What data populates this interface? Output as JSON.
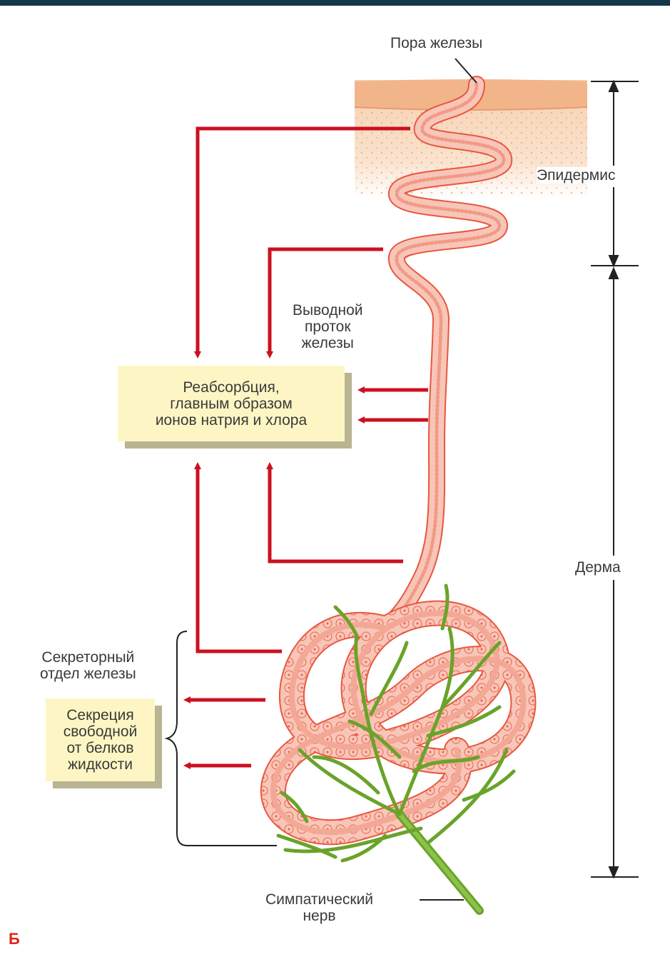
{
  "labels": {
    "pore": "Пора железы",
    "epidermis": "Эпидермис",
    "dermis": "Дерма",
    "duct": [
      "Выводной",
      "проток",
      "железы"
    ],
    "reabsorption": [
      "Реабсорбция,",
      "главным образом",
      "ионов натрия и хлора"
    ],
    "secretory": [
      "Секреторный",
      "отдел железы"
    ],
    "secretion": [
      "Секреция",
      "свободной",
      "от белков",
      "жидкости"
    ],
    "nerve": [
      "Симпатический",
      "нерв"
    ],
    "figure_letter": "Б"
  },
  "colors": {
    "top_bar": "#14364a",
    "arrow": "#cc1020",
    "epidermis": "#f6c9a4",
    "epidermis_band": "#f2b58a",
    "gland_tube": "#f5b3a4",
    "gland_outline": "#e8573f",
    "nerve": "#6aa329",
    "box_fill": "#fdf6c4",
    "box_shadow": "#b9b491",
    "figure_letter": "#e2231a"
  }
}
